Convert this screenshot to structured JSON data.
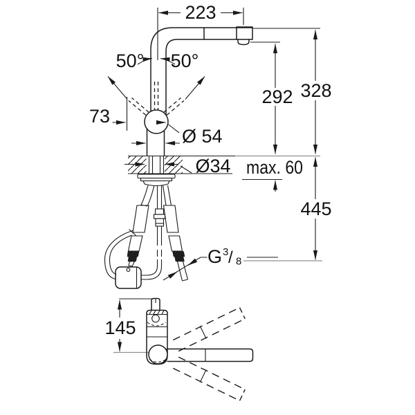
{
  "drawing": {
    "type": "faucet-installation-dimension-diagram",
    "colors": {
      "line": "#1a1a1a",
      "reference": "#8f8f8f",
      "background": "#ffffff",
      "fitting": "#1f1f1f"
    },
    "front_view": {
      "spout_reach": "223",
      "lever_angle_left": "50°",
      "lever_angle_right": "50°",
      "lever_projection": "73",
      "body_diameter": "Ø 54",
      "height_to_outlet": "292",
      "height_to_spout_top": "328",
      "hole_diameter": "Ø34",
      "max_deck_thickness": "max. 60",
      "hose_length_below_deck": "445",
      "thread": {
        "prefix": "G",
        "numerator": "3",
        "slash": "/",
        "denominator": "8"
      }
    },
    "top_view": {
      "body_height": "145"
    }
  }
}
